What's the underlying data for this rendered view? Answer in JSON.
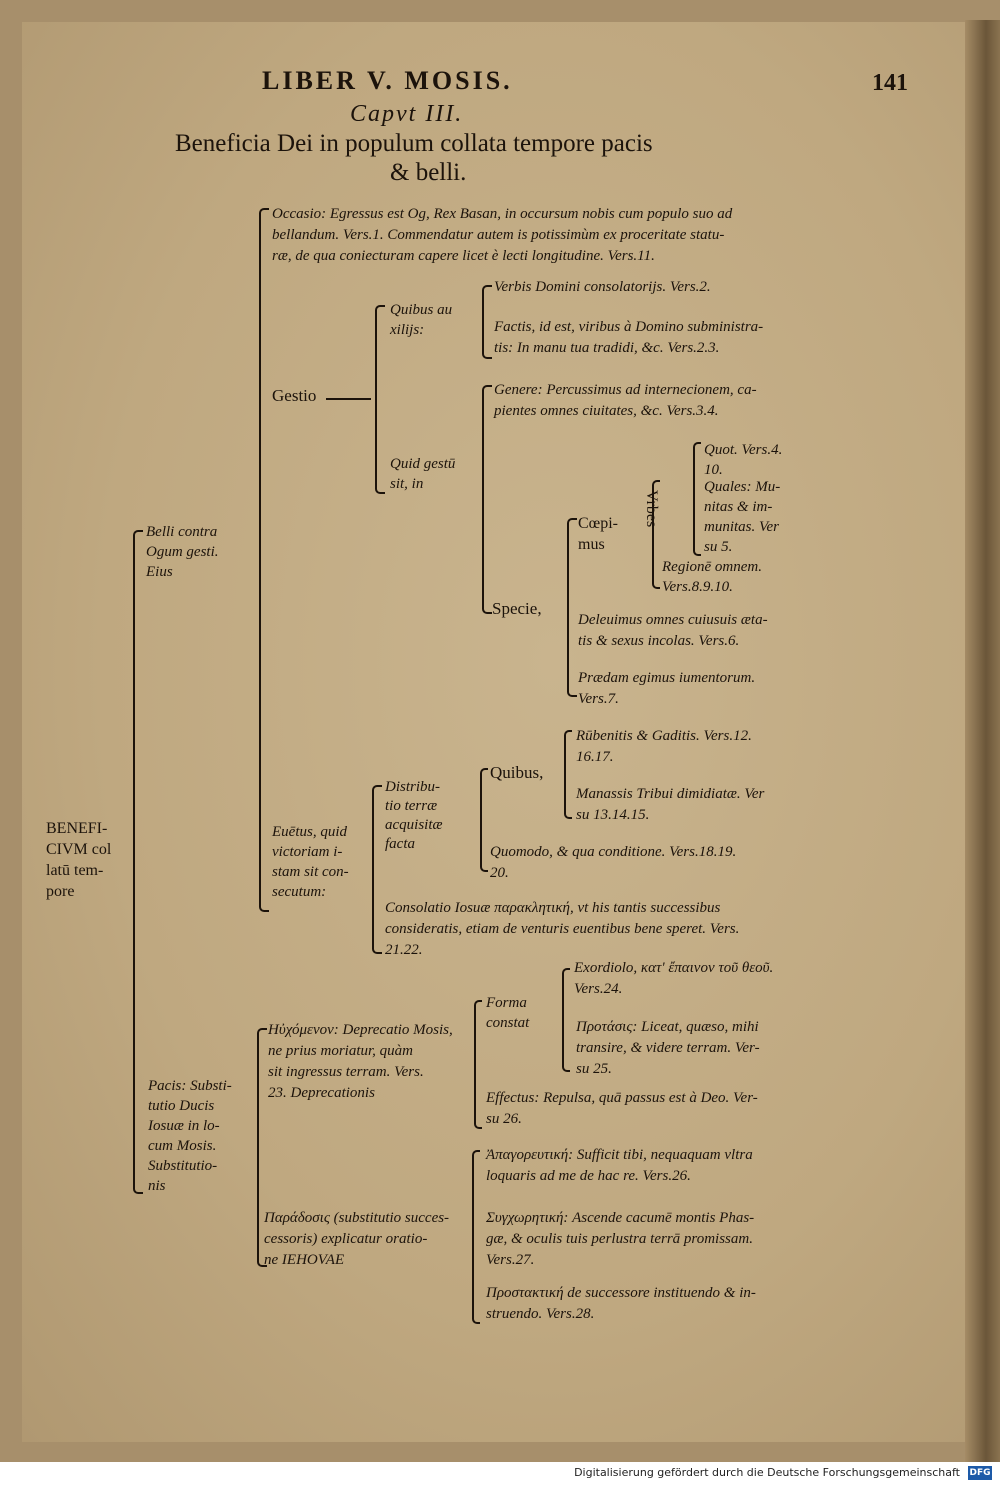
{
  "header": {
    "running_title": "LIBER V. MOSIS.",
    "page_number": "141",
    "chapter": "Capvt III.",
    "heading_line1": "Beneficia Dei in populum collata tempore pacis",
    "heading_line2": "& belli."
  },
  "root": [
    "BENEFI-",
    "CIVM col",
    "latū tem-",
    "pore"
  ],
  "belli": {
    "label": [
      "Belli contra",
      "Ogum gesti.",
      "Eius"
    ],
    "occasio": [
      "Occasio: Egressus est Og, Rex Basan, in occursum nobis cum populo suo ad",
      "bellandum. Vers.1. Commendatur autem is potissimùm ex proceritate statu-",
      "ræ, de qua coniecturam capere licet è lecti longitudine. Vers.11."
    ],
    "gestio": "Gestio",
    "quibus_auxiliis": [
      "Quibus au",
      "xilijs:"
    ],
    "verbis": "Verbis Domini consolatorijs. Vers.2.",
    "factis": [
      "Factis, id est, viribus à Domino subministra-",
      "tis: In manu tua tradidi, &c. Vers.2.3."
    ],
    "quid_gestum": [
      "Quid gestū",
      "sit, in"
    ],
    "genere": [
      "Genere: Percussimus ad internecionem, ca-",
      "pientes omnes ciuitates, &c. Vers.3.4."
    ],
    "specie": "Specie,",
    "coepimus": [
      "Cœpi-",
      "mus"
    ],
    "vrbes": "Vrbes",
    "quot": [
      "Quot. Vers.4.",
      "10."
    ],
    "quales": [
      "Quales: Mu-",
      "nitas & im-",
      "munitas. Ver",
      "su 5."
    ],
    "regione": [
      "Regionē omnem.",
      "Vers.8.9.10."
    ],
    "deleuimus": [
      "Deleuimus omnes cuiusuis æta-",
      "tis & sexus incolas. Vers.6."
    ],
    "praedam": [
      "Prædam egimus iumentorum.",
      "Vers.7."
    ],
    "euentus": [
      "Euētus, quid",
      "victoriam i-",
      "stam sit con-",
      "secutum:"
    ],
    "distributio": [
      "Distribu-",
      "tio terræ",
      "acquisitæ",
      "facta"
    ],
    "quibus": "Quibus,",
    "rubenitis": [
      "Rūbenitis & Gaditis. Vers.12.",
      "16.17."
    ],
    "manassis": [
      "Manassis Tribui dimidiatæ. Ver",
      "su 13.14.15."
    ],
    "quomodo": [
      "Quomodo, & qua conditione. Vers.18.19.",
      "20."
    ],
    "consolatio": [
      "Consolatio Iosuæ παρακλητική, vt his tantis successibus",
      "consideratis, etiam de venturis euentibus bene speret. Vers.",
      "21.22."
    ]
  },
  "pacis": {
    "label": [
      "Pacis: Substi-",
      "tutio Ducis",
      "Iosuæ in lo-",
      "cum Mosis.",
      "Substitutio-",
      "nis"
    ],
    "hygdron": [
      "Ηὐχόμενον: Deprecatio Mosis,",
      "ne prius moriatur, quàm",
      "sit ingressus terram. Vers.",
      "23. Deprecationis"
    ],
    "forma": [
      "Forma",
      "constat"
    ],
    "exordiolo": [
      "Exordiolo, κατ' ἔπαινον τοῦ θεοῦ.",
      "Vers.24."
    ],
    "protasis": [
      "Προτάσις: Liceat, quæso, mihi",
      "transire, & videre terram. Ver-",
      "su 25."
    ],
    "effectus": [
      "Effectus: Repulsa, quā passus est à Deo. Ver-",
      "su 26."
    ],
    "paradosis": [
      "Παράδοσις (substitutio succes-",
      "cessoris) explicatur oratio-",
      "ne IEHOVAE"
    ],
    "apagoreutike": [
      "Ἀπαγορευτική: Sufficit tibi, nequaquam vltra",
      "loquaris ad me de hac re. Vers.26."
    ],
    "synchoretike": [
      "Συγχωρητική: Ascende cacumē montis Phas-",
      "gæ, & oculis tuis perlustra terrā promissam.",
      "Vers.27."
    ],
    "prostaktike": [
      "Προστακτική de successore instituendo & in-",
      "struendo. Vers.28."
    ]
  },
  "footer": {
    "text": "Digitalisierung gefördert durch die Deutsche Forschungsgemeinschaft",
    "logo": "DFG"
  }
}
